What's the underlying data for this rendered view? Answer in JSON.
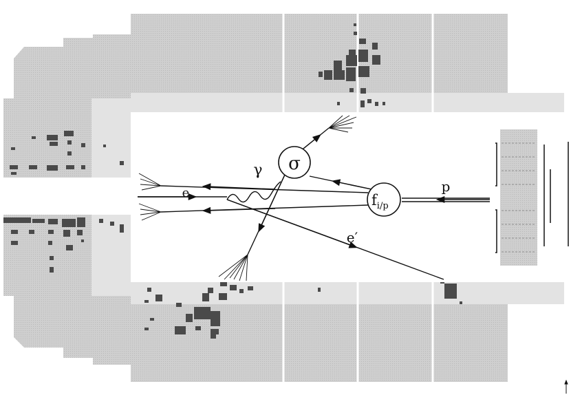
{
  "labels": {
    "photon": "γ",
    "cross_section": "σ",
    "electron": "e",
    "scattered_electron": "e′",
    "proton": "p",
    "pdf_main": "f",
    "pdf_sub": "i/p"
  },
  "colors": {
    "detector_fill": "#cbcbcb",
    "detector_light": "#e2e2e2",
    "cell_fill": "#4a4a4a",
    "line": "#111111",
    "background": "#ffffff"
  }
}
